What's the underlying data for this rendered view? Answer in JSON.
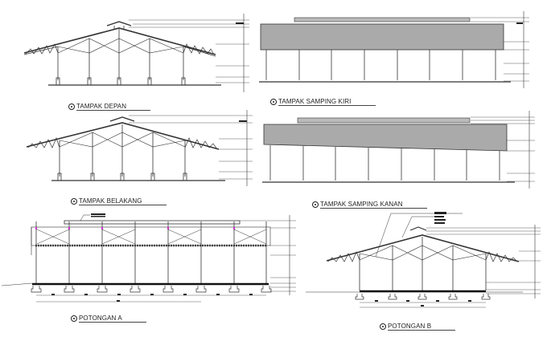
{
  "drawing": {
    "views": [
      {
        "id": "tampak-depan",
        "label": "TAMPAK DEPAN",
        "type": "front-elevation"
      },
      {
        "id": "tampak-samping-kiri",
        "label": "TAMPAK SAMPING KIRI",
        "type": "left-side-elevation"
      },
      {
        "id": "tampak-belakang",
        "label": "TAMPAK BELAKANG",
        "type": "rear-elevation"
      },
      {
        "id": "tampak-samping-kanan",
        "label": "TAMPAK SAMPING KANAN",
        "type": "right-side-elevation"
      },
      {
        "id": "potongan-a",
        "label": "POTONGAN A",
        "type": "section"
      },
      {
        "id": "potongan-b",
        "label": "POTONGAN B",
        "type": "section"
      }
    ],
    "colors": {
      "line": "#333333",
      "hatch": "#555555",
      "accent": "#cc33cc",
      "background": "#ffffff"
    }
  }
}
